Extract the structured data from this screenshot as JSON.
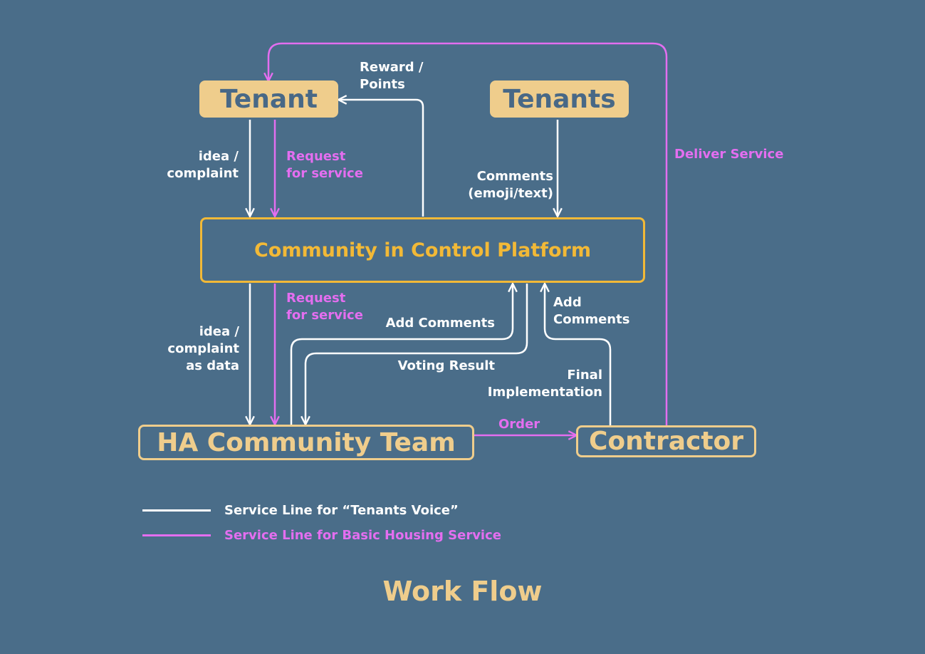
{
  "nodes": {
    "tenant": "Tenant",
    "tenants": "Tenants",
    "platform": "Community in Control Platform",
    "ha_team": "HA Community Team",
    "contractor": "Contractor"
  },
  "edge_labels": {
    "reward_points": [
      "Reward /",
      "Points"
    ],
    "idea_complaint": [
      "idea /",
      "complaint"
    ],
    "request_top": [
      "Request",
      "for service"
    ],
    "comments_emoji": [
      "Comments",
      "(emoji/text)"
    ],
    "deliver_service": "Deliver Service",
    "request_bottom": [
      "Request",
      "for service"
    ],
    "idea_data": [
      "idea /",
      "complaint",
      "as data"
    ],
    "add_comments_ha": "Add Comments",
    "voting_result": "Voting Result",
    "add_comments_contractor": [
      "Add",
      "Comments"
    ],
    "final_implementation": [
      "Final",
      "Implementation"
    ],
    "order": "Order"
  },
  "legend": {
    "tenants_voice": "Service Line for “Tenants Voice”",
    "basic_housing": "Service Line for Basic Housing Service"
  },
  "title": "Work Flow",
  "colors": {
    "background": "#4a6d89",
    "voice_line": "#ffffff",
    "housing_line": "#e46ef0",
    "node_fill": "#efcd8c",
    "platform_accent": "#f2b937"
  }
}
